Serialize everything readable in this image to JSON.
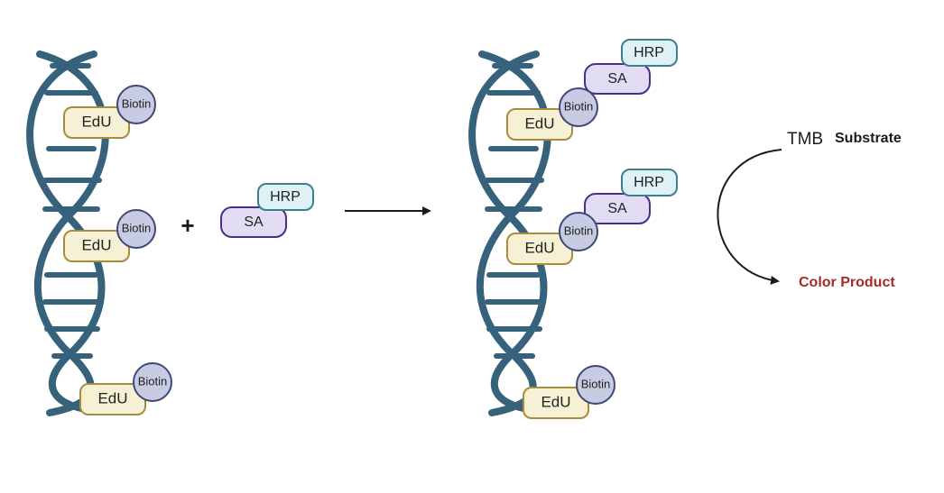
{
  "labels": {
    "edu": "EdU",
    "biotin": "Biotin",
    "sa": "SA",
    "hrp": "HRP",
    "plus": "+",
    "tmb": "TMB",
    "substrate": "Substrate",
    "color_product": "Color Product"
  },
  "colors": {
    "dna": "#36627c",
    "edu_fill": "#f6f1d4",
    "edu_stroke": "#a88c3c",
    "biotin_fill": "#c7cce3",
    "sa_fill": "#e2dcf5",
    "hrp_fill": "#ddf1f6",
    "color_product": "#a52a2a"
  },
  "icons": [
    "dna-helix-icon",
    "reaction-arrow-icon",
    "curved-arrow-icon"
  ]
}
